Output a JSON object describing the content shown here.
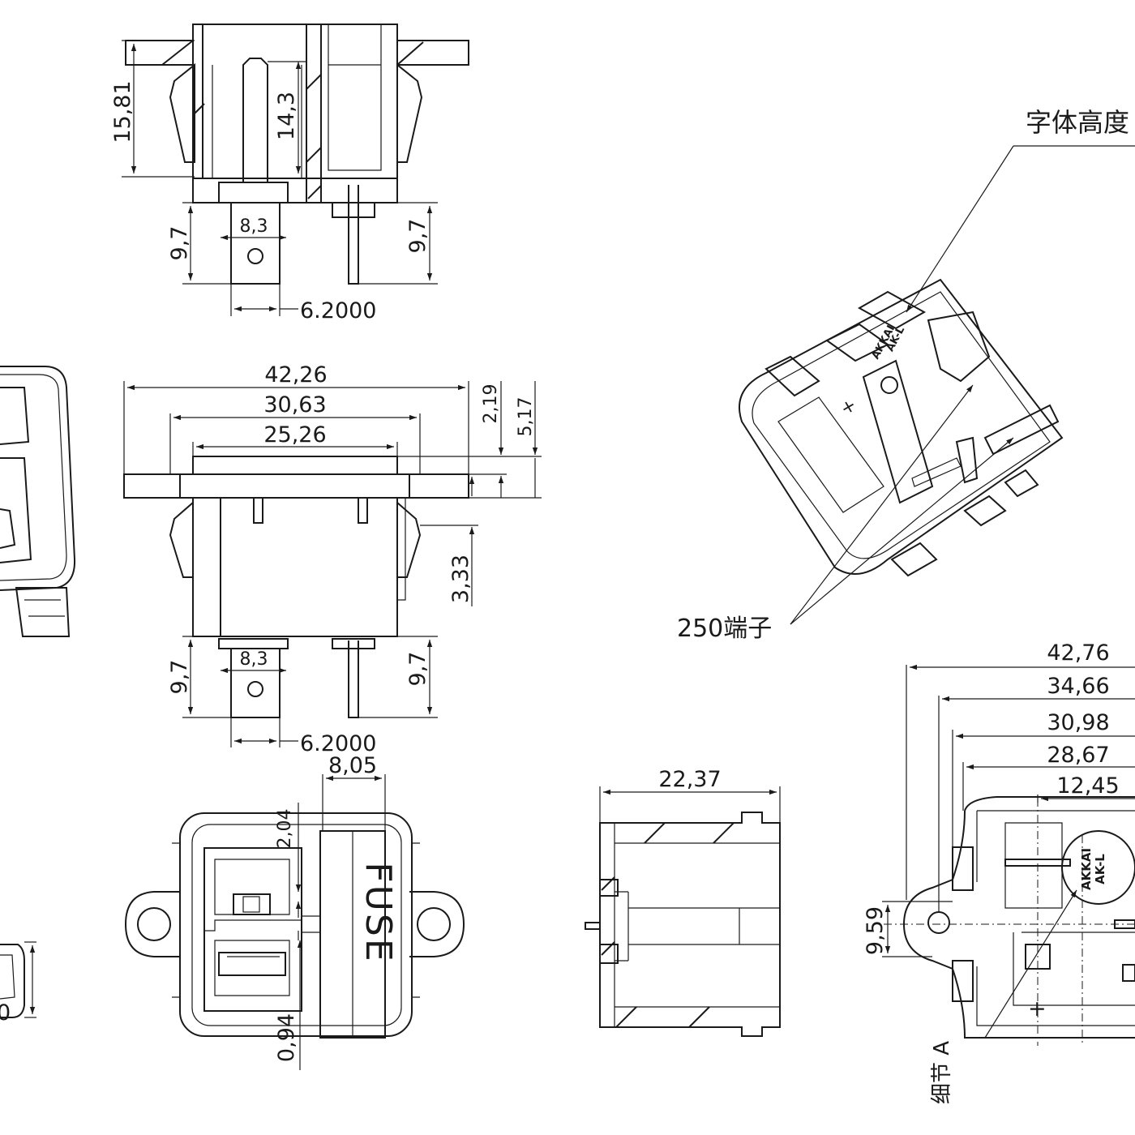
{
  "colors": {
    "ink": "#1a1a1a",
    "background": "#ffffff"
  },
  "top_view": {
    "dim_15_81": "15,81",
    "dim_14_3": "14,3",
    "dim_9_7_left": "9,7",
    "dim_9_7_right": "9,7",
    "dim_8_3": "8,3",
    "dim_6_2": "6.2000"
  },
  "front_view": {
    "dim_42_26": "42,26",
    "dim_30_63": "30,63",
    "dim_25_26": "25,26",
    "dim_2_19": "2,19",
    "dim_5_17": "5,17",
    "dim_3_33": "3,33",
    "dim_9_7_left": "9,7",
    "dim_9_7_right": "9,7",
    "dim_8_3": "8,3",
    "dim_6_2": "6.2000"
  },
  "iso_view": {
    "label_font_height": "字体高度",
    "label_terminal": "250端子",
    "marking_line1": "AKKAI",
    "marking_line2": "AK-L",
    "plus": "+"
  },
  "face_view": {
    "dim_8_05": "8,05",
    "dim_2_04": "2,04",
    "dim_0_94": "0,94",
    "fuse_label": "FUSE"
  },
  "side_view": {
    "dim_22_37": "22,37"
  },
  "rear_view": {
    "dim_42_76": "42,76",
    "dim_34_66": "34,66",
    "dim_30_98": "30,98",
    "dim_28_67": "28,67",
    "dim_12_45": "12,45",
    "dim_9_59": "9,59",
    "marking_line1": "AKKAI",
    "marking_line2": "AK-L",
    "plus": "+",
    "detail_label": "细节 A"
  },
  "left_partial": {
    "dim_0": "0"
  }
}
